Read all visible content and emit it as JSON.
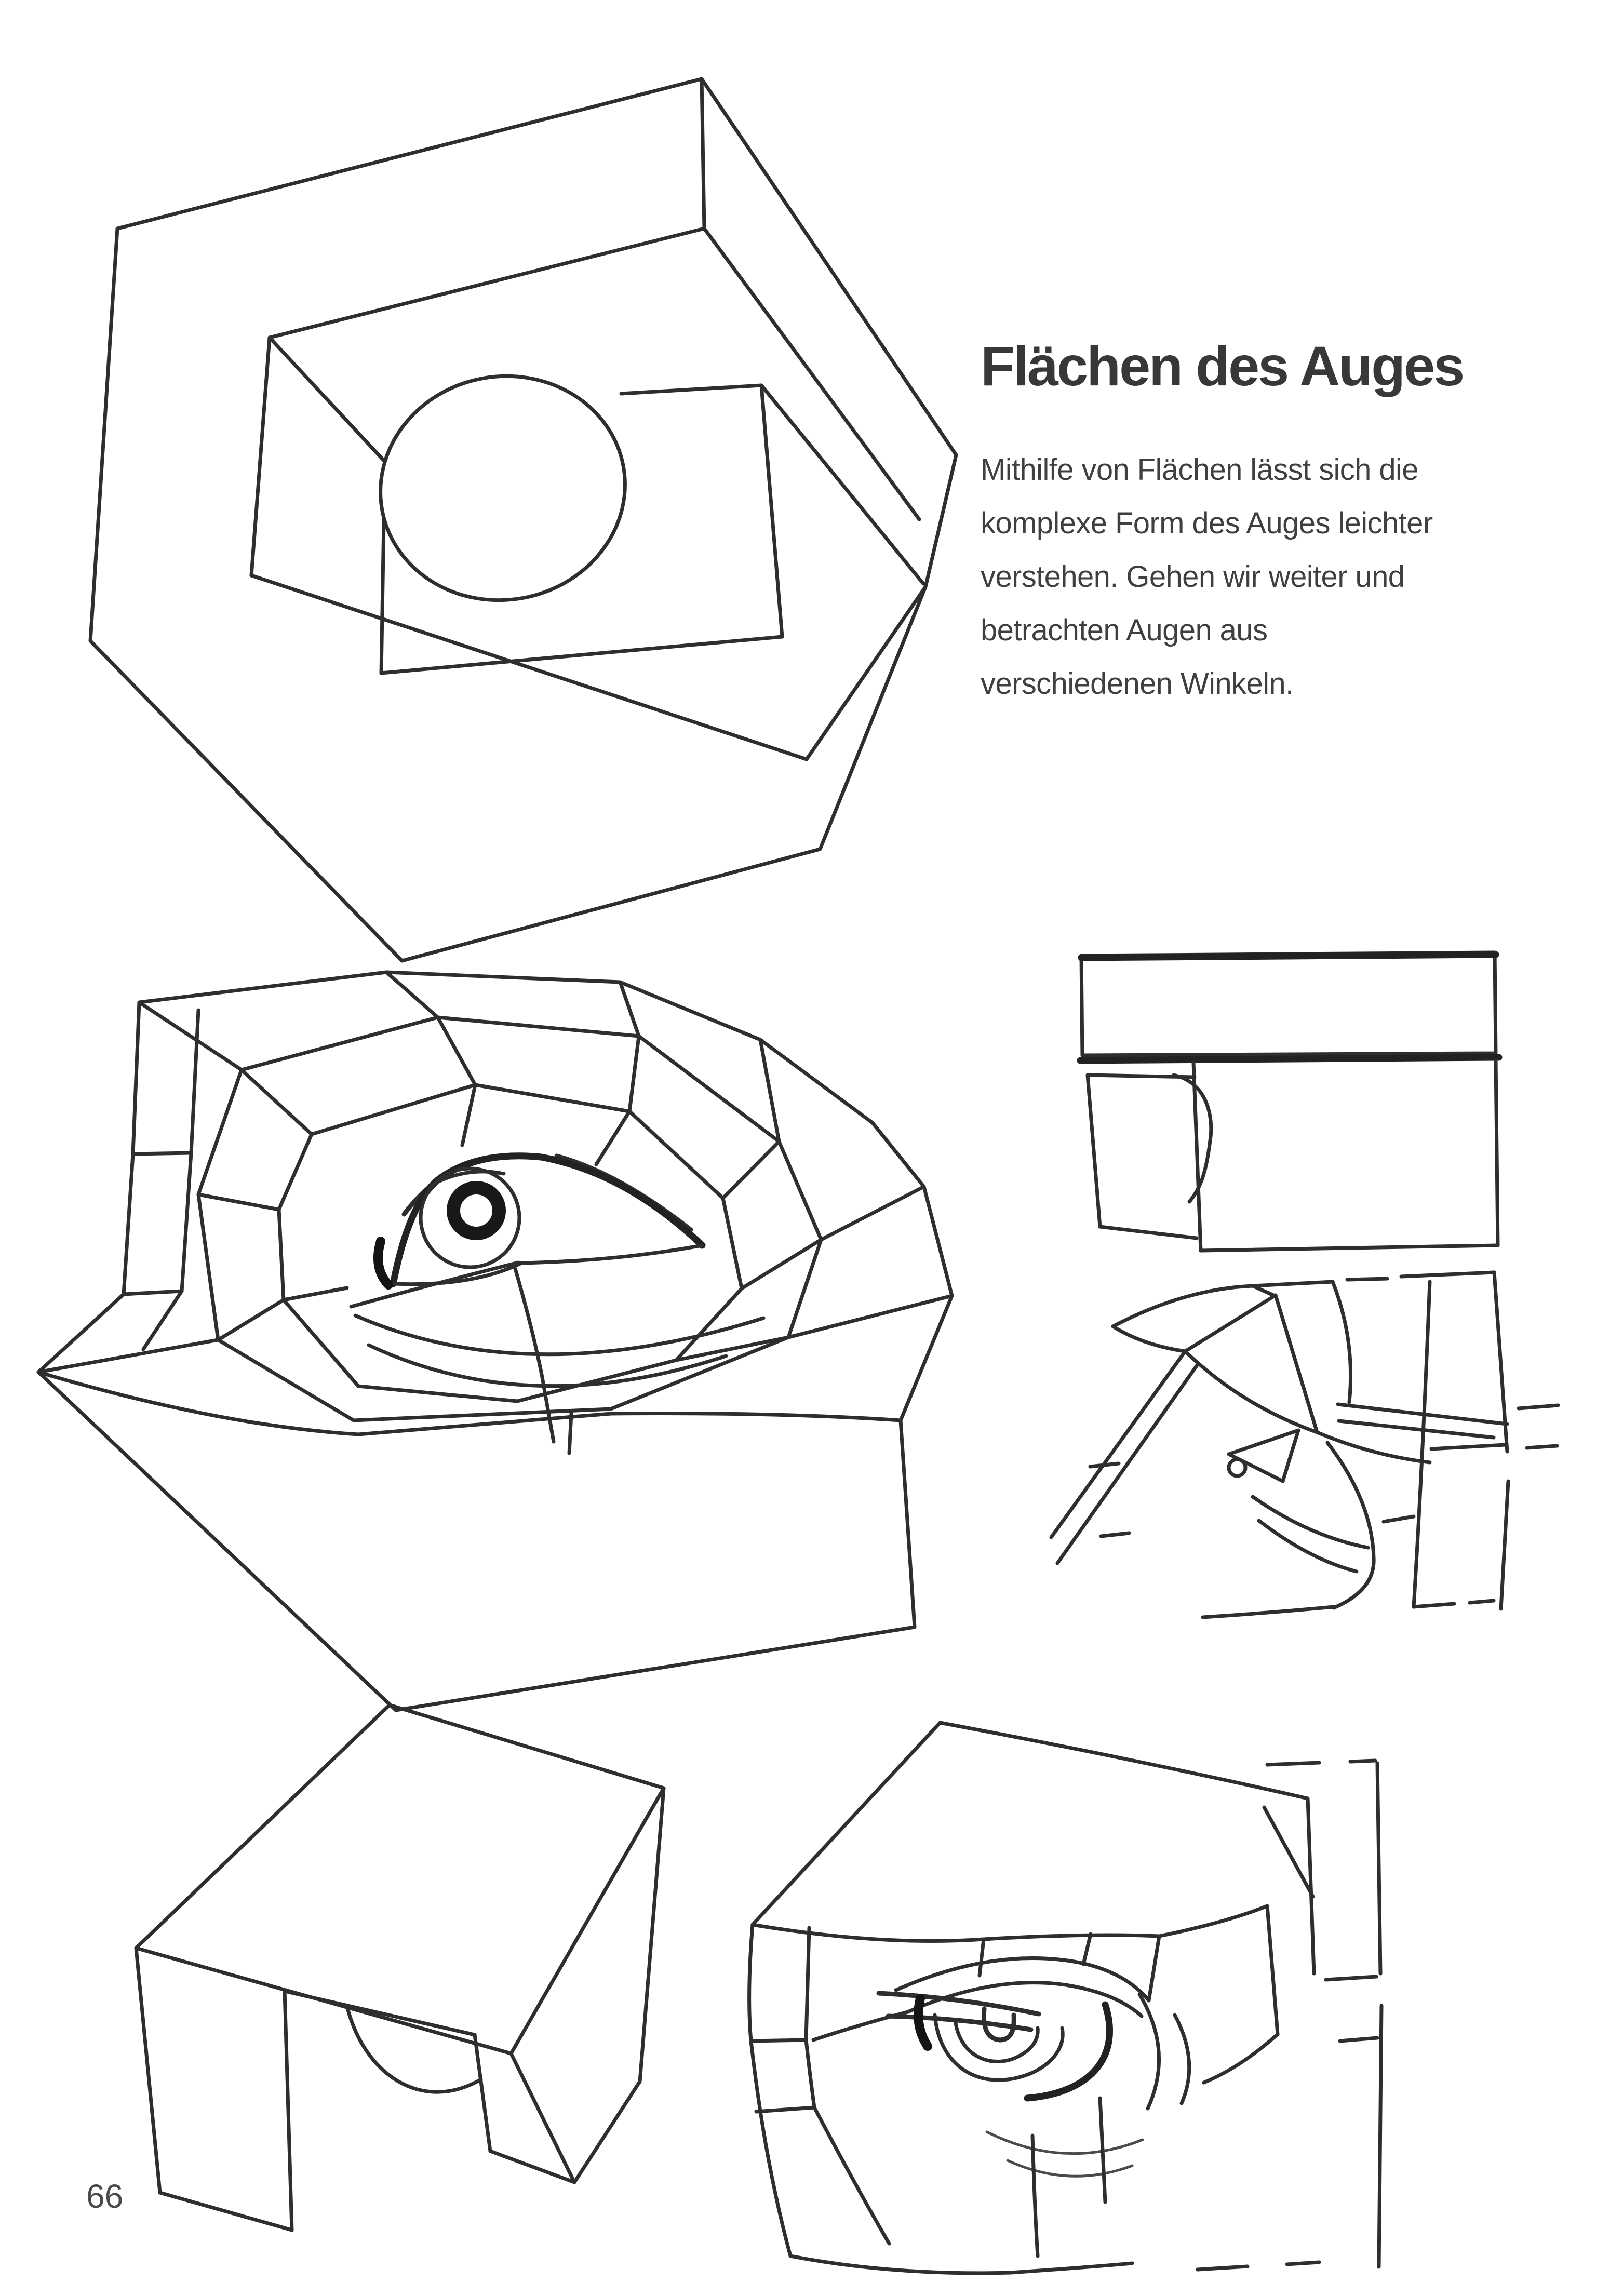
{
  "page": {
    "number": "66",
    "language": "de"
  },
  "article": {
    "title": "Flächen des Auges",
    "body_lines": [
      "Mithilfe von Flächen lässt sich die",
      "komplexe Form des Auges leichter",
      "verstehen. Gehen wir weiter und",
      "betrachten Augen aus",
      "verschiedenen Winkeln."
    ]
  },
  "colors": {
    "paper": "#ffffff",
    "ink": "#2e2e2e",
    "title_text": "#383838",
    "body_text": "#3f3f3f",
    "page_number_text": "#4a4a4a"
  },
  "illustrations": [
    {
      "name": "socket-block-three-quarter-illustration"
    },
    {
      "name": "planar-eye-front-illustration"
    },
    {
      "name": "block-front-view-illustration"
    },
    {
      "name": "planar-eye-profile-illustration"
    },
    {
      "name": "notched-block-with-eyeball-illustration"
    },
    {
      "name": "planar-eye-three-quarter-illustration"
    }
  ]
}
